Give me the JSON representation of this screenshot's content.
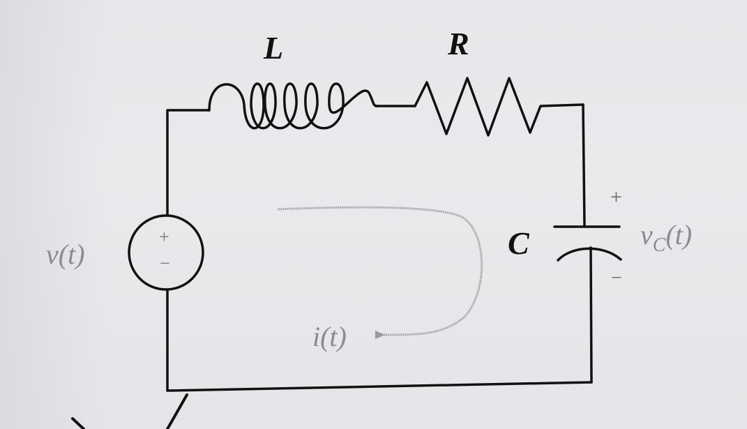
{
  "diagram": {
    "components": {
      "inductor": {
        "label": "L"
      },
      "resistor": {
        "label": "R"
      },
      "capacitor": {
        "label": "C"
      },
      "source": {
        "label": "v(t)",
        "plus": "+",
        "minus": "−"
      }
    },
    "capacitor_voltage": {
      "symbol": "v",
      "subscript": "C",
      "argument": "(t)",
      "plus": "+",
      "minus": "−"
    },
    "current": {
      "label": "i(t)"
    }
  },
  "colors": {
    "wire": "#111111",
    "background": "#e7e8eb",
    "current_arrow": "#9a9a9a",
    "faded_label": "#8a8a8f"
  }
}
